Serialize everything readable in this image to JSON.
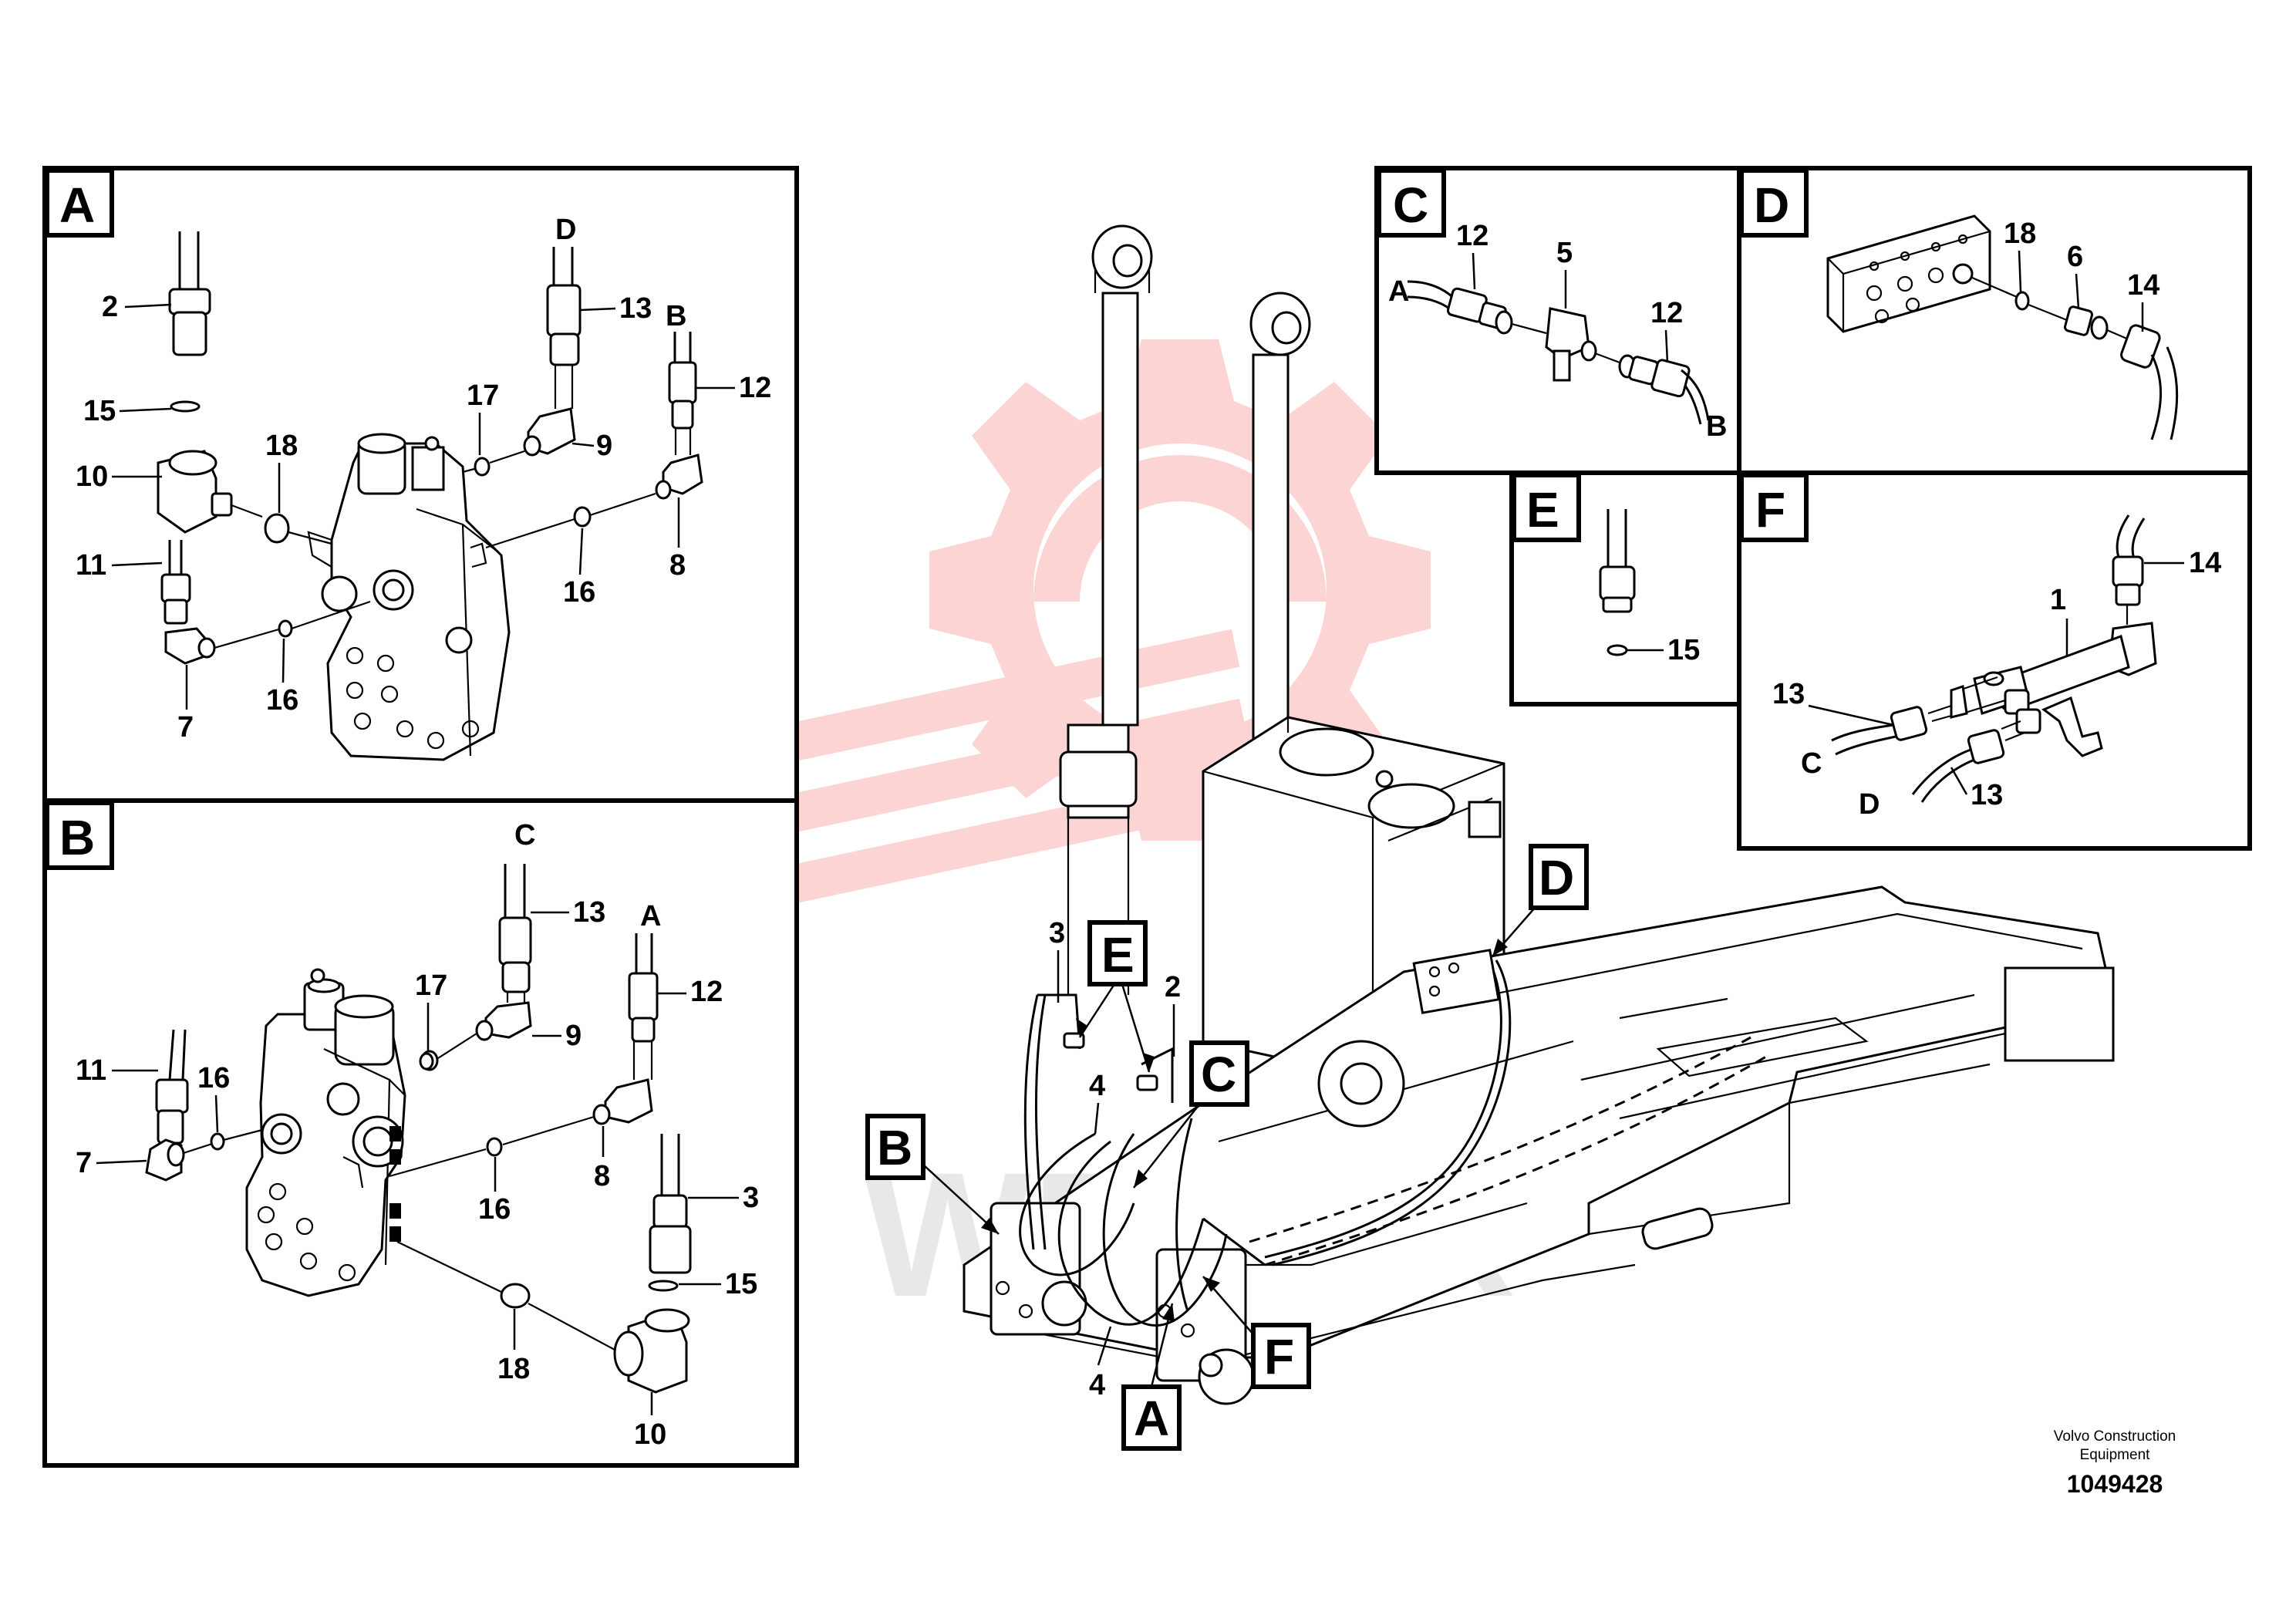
{
  "callouts": {
    "A": "A",
    "B": "B",
    "C": "C",
    "D": "D",
    "E": "E",
    "F": "F"
  },
  "panel_a": {
    "n2": "2",
    "n15": "15",
    "n10": "10",
    "n18": "18",
    "n11": "11",
    "n7": "7",
    "n16a": "16",
    "n16b": "16",
    "n17": "17",
    "n13": "13",
    "n9": "9",
    "n12": "12",
    "n8": "8",
    "hoseD": "D",
    "hoseB": "B"
  },
  "panel_b": {
    "n13": "13",
    "n12": "12",
    "n17": "17",
    "n9": "9",
    "n11": "11",
    "n16a": "16",
    "n7": "7",
    "n16b": "16",
    "n8": "8",
    "n3": "3",
    "n15": "15",
    "n18": "18",
    "n10": "10",
    "hoseC": "C",
    "hoseA": "A"
  },
  "panel_c": {
    "n12a": "12",
    "n5": "5",
    "n12b": "12",
    "hoseA": "A",
    "hoseB": "B"
  },
  "panel_d": {
    "n18": "18",
    "n6": "6",
    "n14": "14"
  },
  "panel_e": {
    "n15": "15"
  },
  "panel_f": {
    "n14": "14",
    "n1": "1",
    "n13a": "13",
    "n13b": "13",
    "hoseC": "C",
    "hoseD": "D"
  },
  "main": {
    "n3": "3",
    "n2": "2",
    "n4a": "4",
    "n4b": "4"
  },
  "footer": {
    "company_line1": "Volvo Construction",
    "company_line2": "Equipment",
    "part_number": "1049428"
  },
  "colors": {
    "watermark": "#f03c3c",
    "ink": "#000000"
  }
}
